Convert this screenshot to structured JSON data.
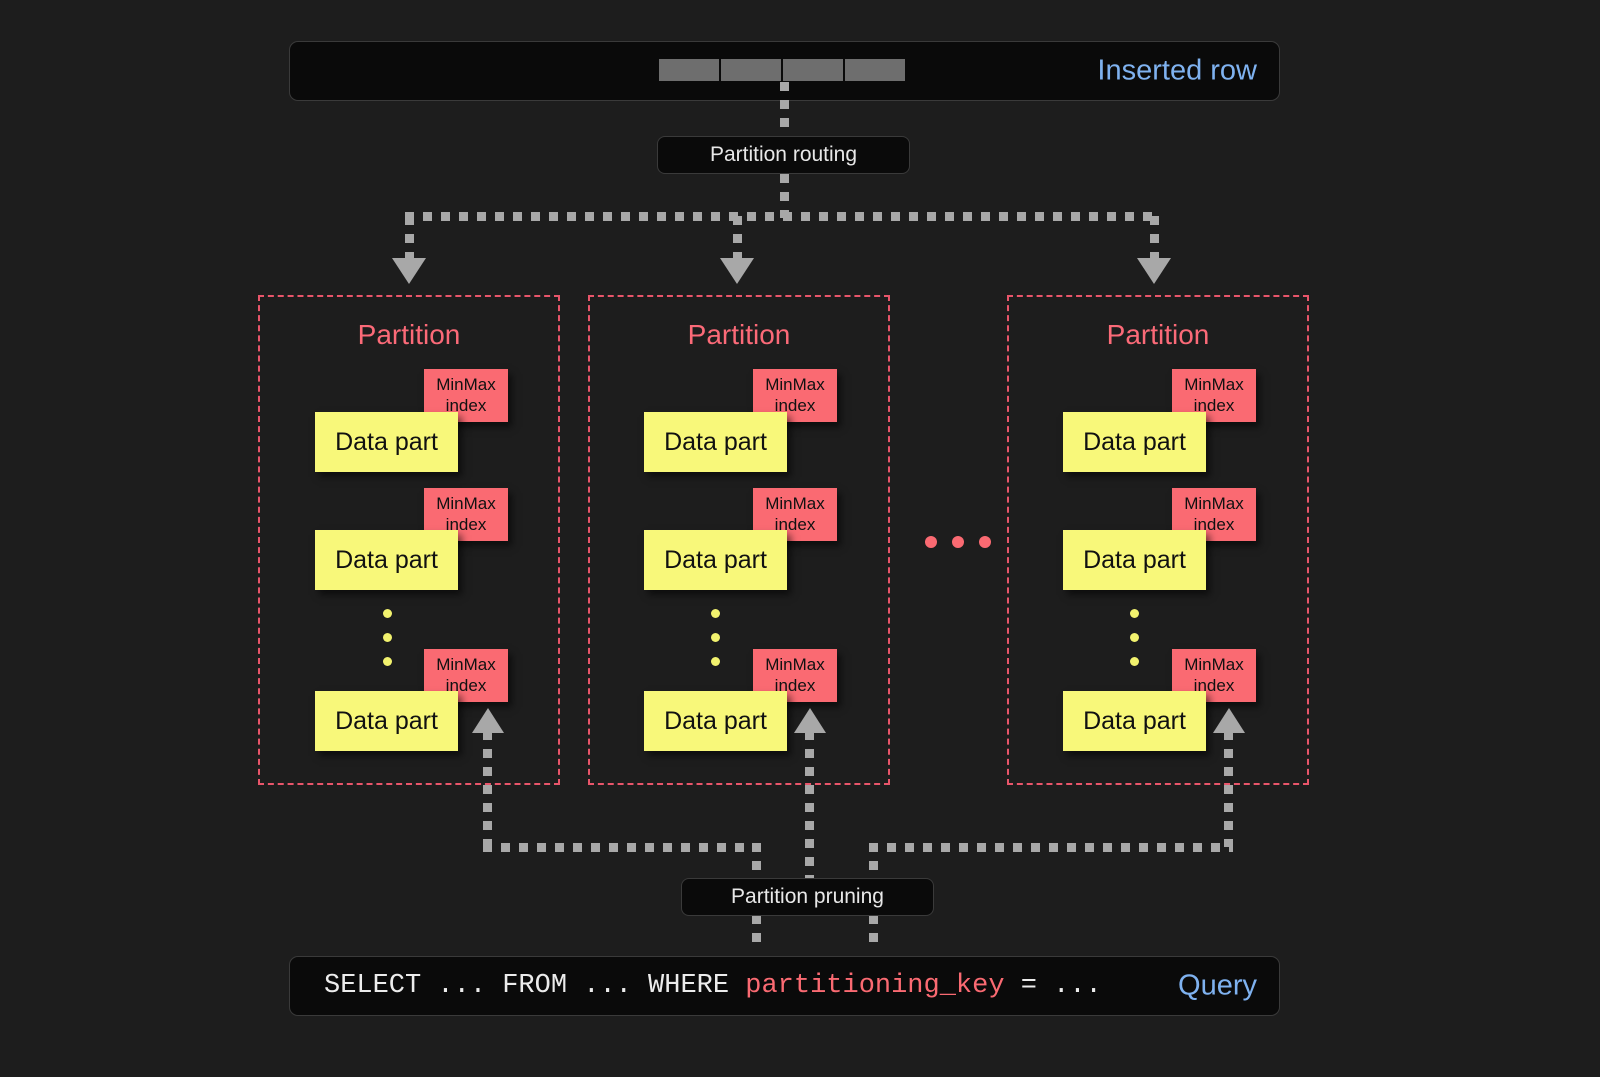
{
  "diagram": {
    "title": "ClickHouse partitioning: insert routing and partition pruning",
    "background_color": "#1d1d1d"
  },
  "inserted_row": {
    "label": "Inserted row",
    "label_color": "#7fb2f0",
    "cell_count": 4,
    "cell_color": "#6e6e6e"
  },
  "routing": {
    "label": "Partition routing"
  },
  "pruning": {
    "label": "Partition pruning"
  },
  "partitions": [
    {
      "title": "Partition",
      "parts": [
        {
          "label": "Data part",
          "index_label": "MinMax\nindex",
          "index_line1": "MinMax",
          "index_line2": "index"
        },
        {
          "label": "Data part",
          "index_label": "MinMax\nindex",
          "index_line1": "MinMax",
          "index_line2": "index"
        },
        {
          "label": "Data part",
          "index_label": "MinMax\nindex",
          "index_line1": "MinMax",
          "index_line2": "index"
        }
      ]
    },
    {
      "title": "Partition",
      "parts": [
        {
          "label": "Data part",
          "index_line1": "MinMax",
          "index_line2": "index"
        },
        {
          "label": "Data part",
          "index_line1": "MinMax",
          "index_line2": "index"
        },
        {
          "label": "Data part",
          "index_line1": "MinMax",
          "index_line2": "index"
        }
      ]
    },
    {
      "title": "Partition",
      "parts": [
        {
          "label": "Data part",
          "index_line1": "MinMax",
          "index_line2": "index"
        },
        {
          "label": "Data part",
          "index_line1": "MinMax",
          "index_line2": "index"
        },
        {
          "label": "Data part",
          "index_line1": "MinMax",
          "index_line2": "index"
        }
      ]
    }
  ],
  "ellipsis": {
    "between_partitions_dots": 3,
    "within_partition_dots": 3
  },
  "query": {
    "label": "Query",
    "label_color": "#7fb2f0",
    "prefix": "SELECT ... FROM ... WHERE ",
    "keyword": "partitioning_key",
    "suffix": " = ...",
    "keyword_color": "#fa6a72"
  },
  "colors": {
    "data_part": "#f8f87a",
    "minmax_index": "#fa6a72",
    "partition_border": "#e8556a",
    "connector": "#a8a8a8",
    "panel_bg": "#0a0a0a"
  }
}
